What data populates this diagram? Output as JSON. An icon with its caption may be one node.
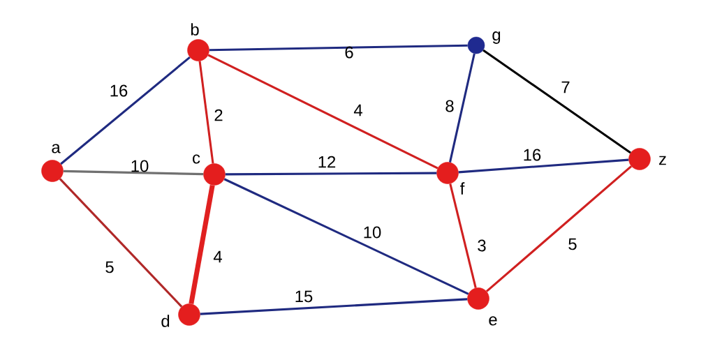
{
  "diagram": {
    "nodes": [
      {
        "text": [],
        "shape": "circle",
        "beside": [
          "a"
        ]
      },
      {
        "text": [],
        "shape": "circle",
        "beside": [
          "b"
        ]
      },
      {
        "text": [],
        "shape": "circle",
        "beside": [
          "g"
        ]
      },
      {
        "text": [],
        "shape": "circle",
        "beside": [
          "c"
        ]
      },
      {
        "text": [],
        "shape": "circle",
        "beside": [
          "f"
        ]
      },
      {
        "text": [],
        "shape": "circle",
        "beside": [
          "z"
        ]
      },
      {
        "text": [],
        "shape": "circle",
        "beside": [
          "d"
        ]
      },
      {
        "text": [],
        "shape": "circle",
        "beside": [
          "e"
        ]
      }
    ],
    "edges": [
      {
        "from": 0,
        "to": 1,
        "arrow": "none",
        "label": "16"
      },
      {
        "from": 1,
        "to": 2,
        "arrow": "none",
        "label": "6"
      },
      {
        "from": 1,
        "to": 3,
        "arrow": "none",
        "label": "2",
        "color": "#d02020"
      },
      {
        "from": 1,
        "to": 4,
        "arrow": "none",
        "label": "4",
        "color": "#d02020"
      },
      {
        "from": 0,
        "to": 3,
        "arrow": "none",
        "label": "10",
        "color": "#707070"
      },
      {
        "from": 0,
        "to": 6,
        "arrow": "none",
        "label": "5",
        "color": "#b02828"
      },
      {
        "from": 3,
        "to": 6,
        "arrow": "none",
        "label": "4",
        "color": "#e02020",
        "style": "thick"
      },
      {
        "from": 3,
        "to": 4,
        "arrow": "none",
        "label": "12"
      },
      {
        "from": 3,
        "to": 7,
        "arrow": "none",
        "label": "10"
      },
      {
        "from": 6,
        "to": 7,
        "arrow": "none",
        "label": "15"
      },
      {
        "from": 2,
        "to": 4,
        "arrow": "none",
        "label": "8"
      },
      {
        "from": 2,
        "to": 5,
        "arrow": "none",
        "label": "7",
        "color": "#000000"
      },
      {
        "from": 4,
        "to": 5,
        "arrow": "none",
        "label": "16"
      },
      {
        "from": 4,
        "to": 7,
        "arrow": "none",
        "label": "3",
        "color": "#d02020"
      },
      {
        "from": 7,
        "to": 5,
        "arrow": "none",
        "label": "5",
        "color": "#d02020"
      }
    ]
  }
}
